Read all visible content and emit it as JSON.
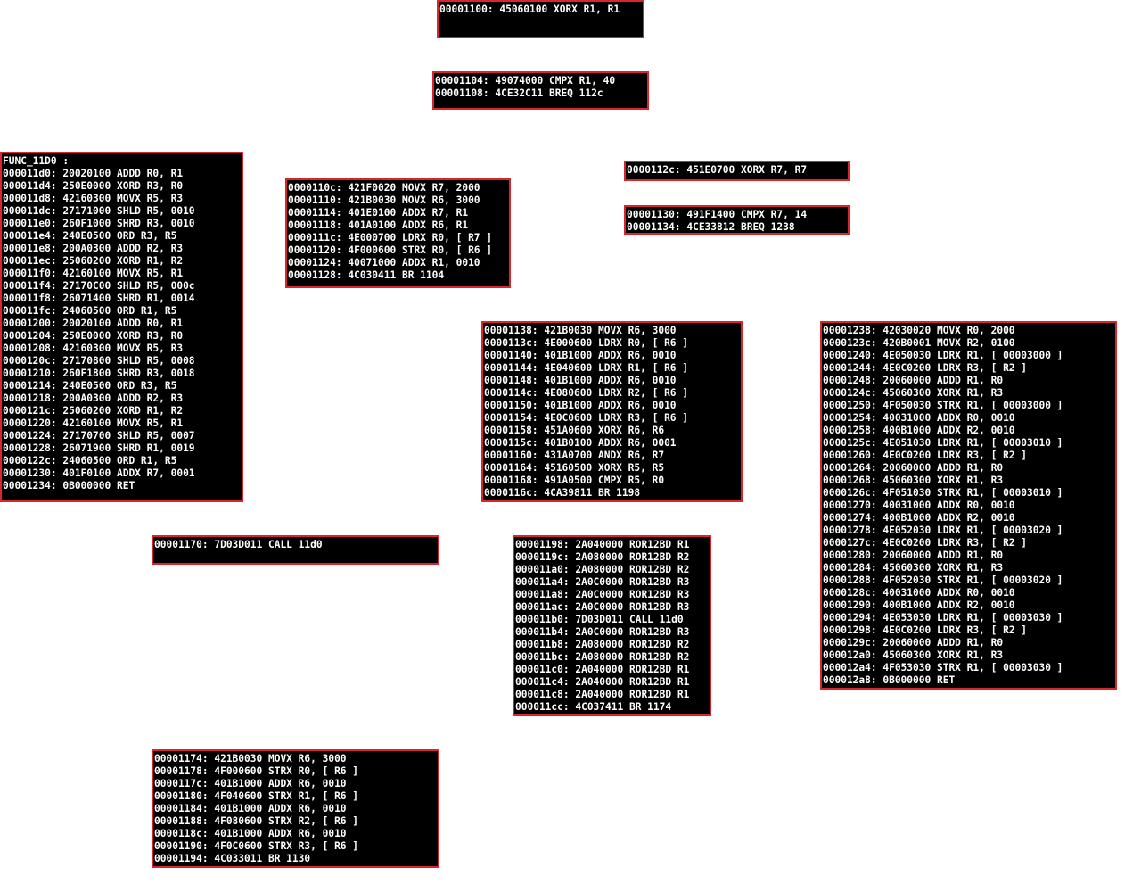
{
  "graph_title": "",
  "colors": {
    "background": "#ffffff",
    "block_fill": "#000000",
    "block_border": "#d8262c",
    "text": "#ffffff"
  },
  "blocks": [
    {
      "id": "b1100",
      "lines": [
        "00001100: 45060100 XORX R1, R1"
      ]
    },
    {
      "id": "b1104",
      "lines": [
        "00001104: 49074000 CMPX R1, 40",
        "00001108: 4CE32C11 BREQ 112c"
      ]
    },
    {
      "id": "bfunc11d0",
      "lines": [
        "FUNC_11D0 :",
        "000011d0: 20020100 ADDD R0, R1",
        "000011d4: 250E0000 XORD R3, R0",
        "000011d8: 42160300 MOVX R5, R3",
        "000011dc: 27171000 SHLD R5, 0010",
        "000011e0: 260F1000 SHRD R3, 0010",
        "000011e4: 240E0500 ORD R3, R5",
        "000011e8: 200A0300 ADDD R2, R3",
        "000011ec: 25060200 XORD R1, R2",
        "000011f0: 42160100 MOVX R5, R1",
        "000011f4: 27170C00 SHLD R5, 000c",
        "000011f8: 26071400 SHRD R1, 0014",
        "000011fc: 24060500 ORD R1, R5",
        "00001200: 20020100 ADDD R0, R1",
        "00001204: 250E0000 XORD R3, R0",
        "00001208: 42160300 MOVX R5, R3",
        "0000120c: 27170800 SHLD R5, 0008",
        "00001210: 260F1800 SHRD R3, 0018",
        "00001214: 240E0500 ORD R3, R5",
        "00001218: 200A0300 ADDD R2, R3",
        "0000121c: 25060200 XORD R1, R2",
        "00001220: 42160100 MOVX R5, R1",
        "00001224: 27170700 SHLD R5, 0007",
        "00001228: 26071900 SHRD R1, 0019",
        "0000122c: 24060500 ORD R1, R5",
        "00001230: 401F0100 ADDX R7, 0001",
        "00001234: 0B000000 RET"
      ]
    },
    {
      "id": "b110c",
      "lines": [
        "0000110c: 421F0020 MOVX R7, 2000",
        "00001110: 421B0030 MOVX R6, 3000",
        "00001114: 401E0100 ADDX R7, R1",
        "00001118: 401A0100 ADDX R6, R1",
        "0000111c: 4E000700 LDRX R0, [ R7 ]",
        "00001120: 4F000600 STRX R0, [ R6 ]",
        "00001124: 40071000 ADDX R1, 0010",
        "00001128: 4C030411 BR 1104"
      ]
    },
    {
      "id": "b112c",
      "lines": [
        "0000112c: 451E0700 XORX R7, R7"
      ]
    },
    {
      "id": "b1130",
      "lines": [
        "00001130: 491F1400 CMPX R7, 14",
        "00001134: 4CE33812 BREQ 1238"
      ]
    },
    {
      "id": "b1138",
      "lines": [
        "00001138: 421B0030 MOVX R6, 3000",
        "0000113c: 4E000600 LDRX R0, [ R6 ]",
        "00001140: 401B1000 ADDX R6, 0010",
        "00001144: 4E040600 LDRX R1, [ R6 ]",
        "00001148: 401B1000 ADDX R6, 0010",
        "0000114c: 4E080600 LDRX R2, [ R6 ]",
        "00001150: 401B1000 ADDX R6, 0010",
        "00001154: 4E0C0600 LDRX R3, [ R6 ]",
        "00001158: 451A0600 XORX R6, R6",
        "0000115c: 401B0100 ADDX R6, 0001",
        "00001160: 431A0700 ANDX R6, R7",
        "00001164: 45160500 XORX R5, R5",
        "00001168: 491A0500 CMPX R5, R0",
        "0000116c: 4CA39811 BR 1198"
      ]
    },
    {
      "id": "b1238",
      "lines": [
        "00001238: 42030020 MOVX R0, 2000",
        "0000123c: 420B0001 MOVX R2, 0100",
        "00001240: 4E050030 LDRX R1, [ 00003000 ]",
        "00001244: 4E0C0200 LDRX R3, [ R2 ]",
        "00001248: 20060000 ADDD R1, R0",
        "0000124c: 45060300 XORX R1, R3",
        "00001250: 4F050030 STRX R1, [ 00003000 ]",
        "00001254: 40031000 ADDX R0, 0010",
        "00001258: 400B1000 ADDX R2, 0010",
        "0000125c: 4E051030 LDRX R1, [ 00003010 ]",
        "00001260: 4E0C0200 LDRX R3, [ R2 ]",
        "00001264: 20060000 ADDD R1, R0",
        "00001268: 45060300 XORX R1, R3",
        "0000126c: 4F051030 STRX R1, [ 00003010 ]",
        "00001270: 40031000 ADDX R0, 0010",
        "00001274: 400B1000 ADDX R2, 0010",
        "00001278: 4E052030 LDRX R1, [ 00003020 ]",
        "0000127c: 4E0C0200 LDRX R3, [ R2 ]",
        "00001280: 20060000 ADDD R1, R0",
        "00001284: 45060300 XORX R1, R3",
        "00001288: 4F052030 STRX R1, [ 00003020 ]",
        "0000128c: 40031000 ADDX R0, 0010",
        "00001290: 400B1000 ADDX R2, 0010",
        "00001294: 4E053030 LDRX R1, [ 00003030 ]",
        "00001298: 4E0C0200 LDRX R3, [ R2 ]",
        "0000129c: 20060000 ADDD R1, R0",
        "000012a0: 45060300 XORX R1, R3",
        "000012a4: 4F053030 STRX R1, [ 00003030 ]",
        "000012a8: 0B000000 RET"
      ]
    },
    {
      "id": "b1170",
      "lines": [
        "00001170: 7D03D011 CALL 11d0"
      ]
    },
    {
      "id": "b1198",
      "lines": [
        "00001198: 2A040000 ROR12BD R1",
        "0000119c: 2A080000 ROR12BD R2",
        "000011a0: 2A080000 ROR12BD R2",
        "000011a4: 2A0C0000 ROR12BD R3",
        "000011a8: 2A0C0000 ROR12BD R3",
        "000011ac: 2A0C0000 ROR12BD R3",
        "000011b0: 7D03D011 CALL 11d0",
        "000011b4: 2A0C0000 ROR12BD R3",
        "000011b8: 2A080000 ROR12BD R2",
        "000011bc: 2A080000 ROR12BD R2",
        "000011c0: 2A040000 ROR12BD R1",
        "000011c4: 2A040000 ROR12BD R1",
        "000011c8: 2A040000 ROR12BD R1",
        "000011cc: 4C037411 BR 1174"
      ]
    },
    {
      "id": "b1174",
      "lines": [
        "00001174: 421B0030 MOVX R6, 3000",
        "00001178: 4F000600 STRX R0, [ R6 ]",
        "0000117c: 401B1000 ADDX R6, 0010",
        "00001180: 4F040600 STRX R1, [ R6 ]",
        "00001184: 401B1000 ADDX R6, 0010",
        "00001188: 4F080600 STRX R2, [ R6 ]",
        "0000118c: 401B1000 ADDX R6, 0010",
        "00001190: 4F0C0600 STRX R3, [ R6 ]",
        "00001194: 4C033011 BR 1130"
      ]
    }
  ]
}
